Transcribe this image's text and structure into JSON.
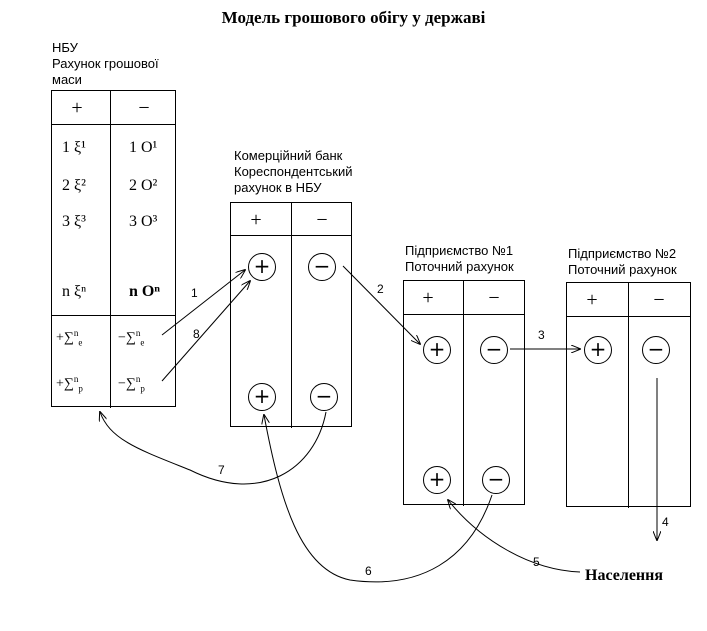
{
  "title": "Модель грошового обігу у державі",
  "nbu": {
    "label_lines": [
      "НБУ",
      "Рахунок грошової",
      "маси"
    ],
    "plus": "+",
    "minus": "−",
    "debit_entries": [
      "1 ξ¹",
      "2 ξ²",
      "3 ξ³",
      "n ξⁿ"
    ],
    "credit_entries": [
      "1 O¹",
      "2 O²",
      "3 O³",
      "n Oⁿ"
    ],
    "sum_rows": [
      {
        "debit": "+∑",
        "debit_sup": "n",
        "debit_sub": "e",
        "credit": "−∑",
        "credit_sup": "n",
        "credit_sub": "e"
      },
      {
        "debit": "+∑",
        "debit_sup": "n",
        "debit_sub": "p",
        "credit": "−∑",
        "credit_sup": "n",
        "credit_sub": "p"
      }
    ]
  },
  "bank": {
    "label_lines": [
      "Комерційний банк",
      "Кореспондентський",
      "рахунок в НБУ"
    ],
    "plus": "+",
    "minus": "−"
  },
  "enterprise1": {
    "label_lines": [
      "Підприємство №1",
      "Поточний рахунок"
    ],
    "plus": "+",
    "minus": "−"
  },
  "enterprise2": {
    "label_lines": [
      "Підприємство №2",
      "Поточний рахунок"
    ],
    "plus": "+",
    "minus": "−"
  },
  "circle_plus": "+",
  "circle_minus": "−",
  "flow_numbers": [
    "1",
    "8",
    "2",
    "3",
    "7",
    "6",
    "5",
    "4"
  ],
  "population": "Населення"
}
